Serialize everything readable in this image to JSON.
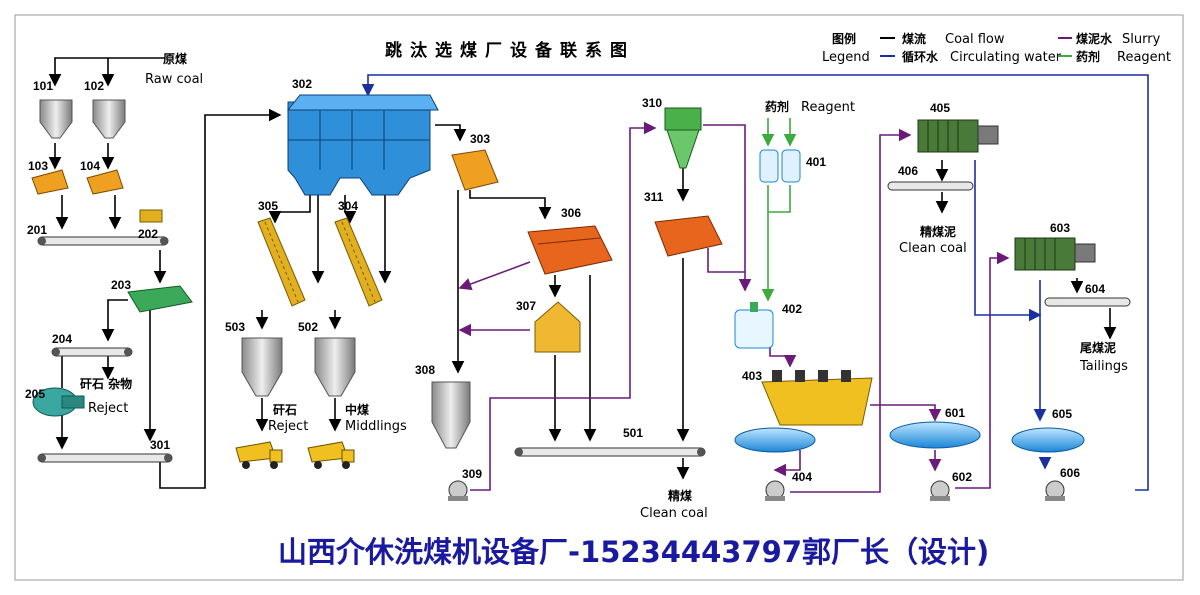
{
  "title": "跳汰选煤厂设备联系图",
  "legend": {
    "cn": "图例",
    "en": "Legend",
    "items": [
      {
        "cn": "煤流",
        "en": "Coal flow",
        "color": "#000000"
      },
      {
        "cn": "循环水",
        "en": "Circulating water",
        "color": "#1a2fa0"
      },
      {
        "cn": "煤泥水",
        "en": "Slurry",
        "color": "#6a1b7a"
      },
      {
        "cn": "药剂",
        "en": "Reagent",
        "color": "#3caa3c"
      }
    ]
  },
  "labels": {
    "raw_coal_cn": "原煤",
    "raw_coal_en": "Raw coal",
    "reject_cn_205": "矸石 杂物",
    "reject_en_205": "Reject",
    "reject_cn_503": "矸石",
    "reject_en_503": "Reject",
    "middlings_cn": "中煤",
    "middlings_en": "Middlings",
    "clean_coal_cn_501": "精煤",
    "clean_coal_en_501": "Clean coal",
    "reagent_cn": "药剂",
    "reagent_en": "Reagent",
    "clean_coal_cn_406": "精煤泥",
    "clean_coal_en_406": "Clean coal",
    "tailings_cn": "尾煤泥",
    "tailings_en": "Tailings"
  },
  "equipment_numbers": [
    "101",
    "102",
    "103",
    "104",
    "201",
    "202",
    "203",
    "204",
    "205",
    "301",
    "302",
    "303",
    "304",
    "305",
    "306",
    "307",
    "308",
    "309",
    "310",
    "311",
    "401",
    "402",
    "403",
    "404",
    "405",
    "406",
    "501",
    "502",
    "503",
    "601",
    "602",
    "603",
    "604",
    "605",
    "606"
  ],
  "colors": {
    "coal_flow": "#000000",
    "circulating_water": "#1a2fa0",
    "slurry": "#6a1b7a",
    "reagent": "#3caa3c",
    "jig": "#2f8fd8",
    "screen": "#e8651e",
    "crusher": "#3aaa5a",
    "elevator": "#e0b020",
    "bin": "#b8b8b8",
    "thickener": "#3aa8e8",
    "filter_press": "#4a7a3a",
    "banner": "#1a1aa0"
  },
  "banner": "山西介休洗煤机设备厂-15234443797郭厂长（设计)"
}
